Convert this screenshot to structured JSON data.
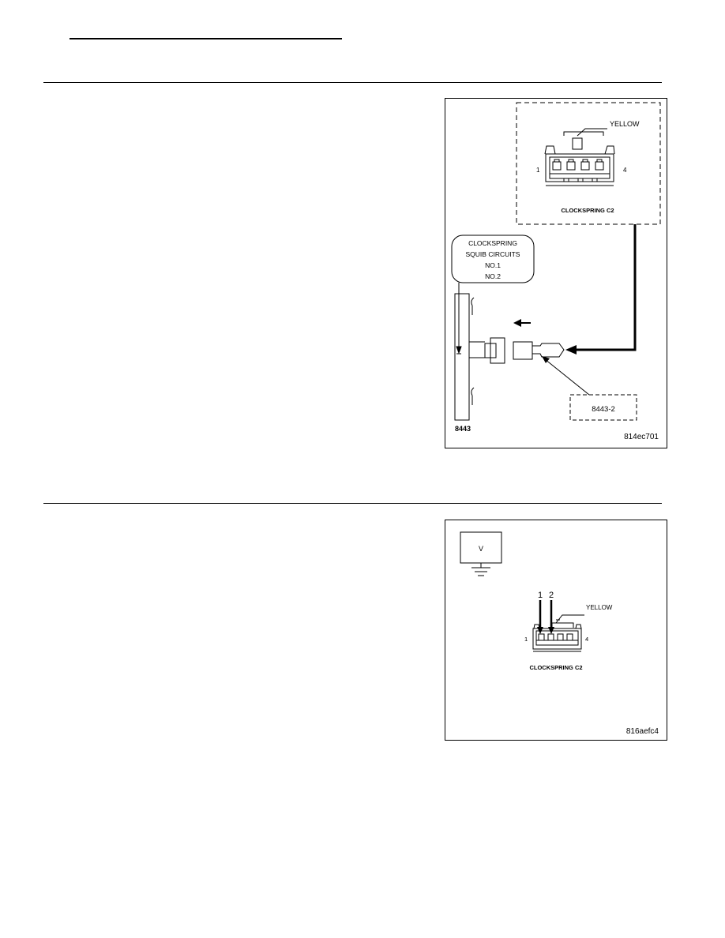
{
  "page": {
    "background": "#ffffff",
    "ink": "#000000"
  },
  "figure1": {
    "inset_connector_color_label": "YELLOW",
    "pin_left_label": "1",
    "pin_right_label": "4",
    "inset_caption": "CLOCKSPRING C2",
    "circuits_callout": [
      "CLOCKSPRING",
      "SQUIB CIRCUITS",
      "NO.1",
      "NO.2"
    ],
    "adapter_label": "8443-2",
    "tool_label": "8443",
    "figure_id": "814ec701",
    "icons": [
      "direction-arrow-icon",
      "connector-icon"
    ]
  },
  "figure2": {
    "meter_label": "V",
    "probe_1_label": "1",
    "probe_2_label": "2",
    "connector_color_label": "YELLOW",
    "pin_left_label": "1",
    "pin_right_label": "4",
    "connector_caption": "CLOCKSPRING C2",
    "figure_id": "816aefc4",
    "icons": [
      "voltmeter-icon",
      "ground-symbol-icon",
      "connector-icon"
    ]
  }
}
